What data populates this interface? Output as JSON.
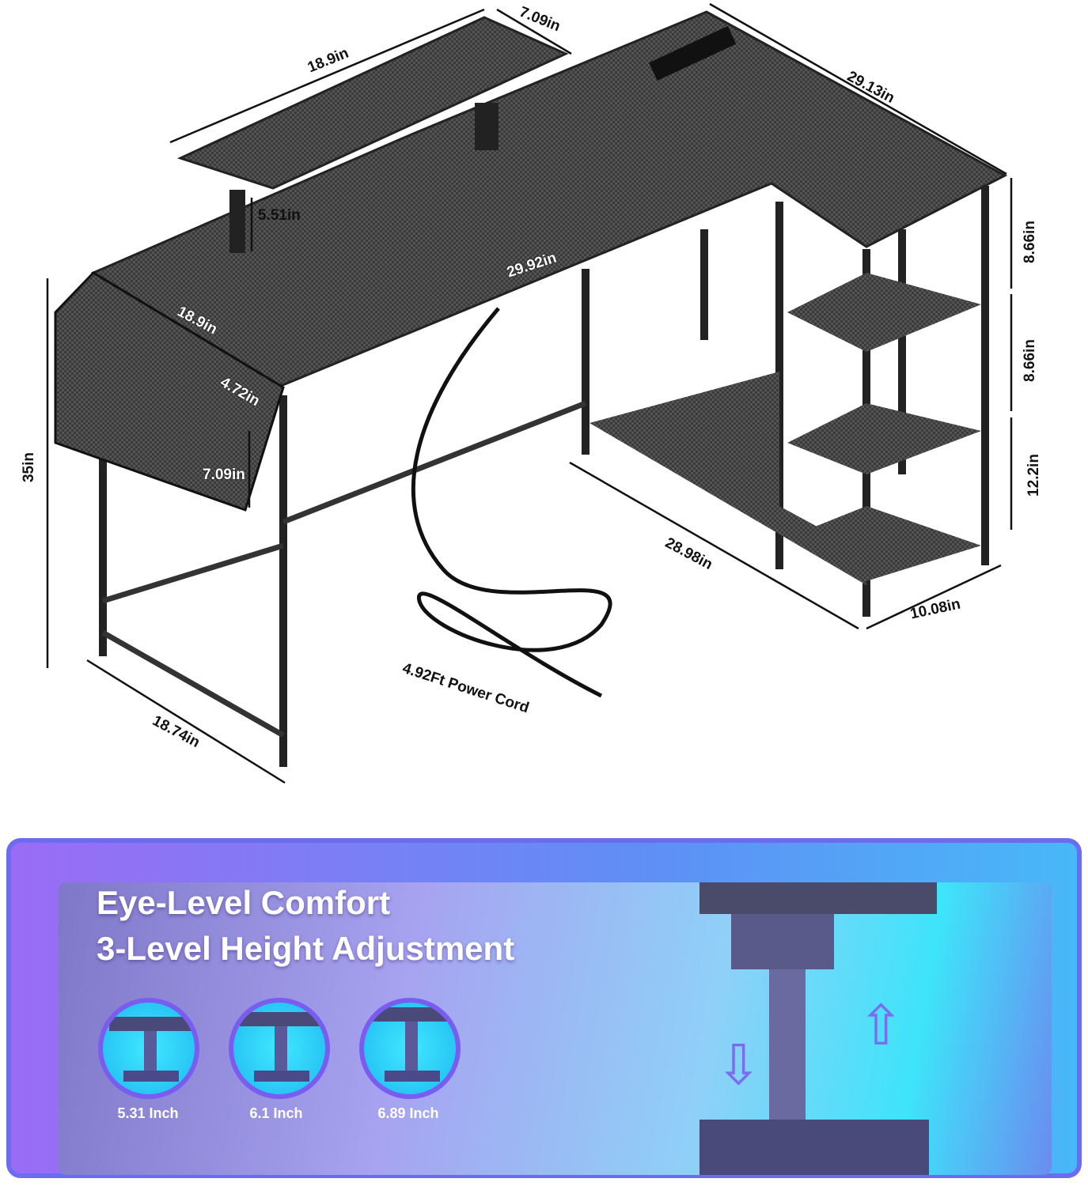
{
  "dimensions": {
    "riser_length": "18.9in",
    "riser_depth": "7.09in",
    "return_length": "29.13in",
    "riser_height": "5.51in",
    "desk_length": "29.92in",
    "bag_length": "18.9in",
    "bag_depth": "4.72in",
    "bag_height": "7.09in",
    "desk_height": "35in",
    "shelf_gap_1": "8.66in",
    "shelf_gap_2": "8.66in",
    "shelf_gap_3": "12.2in",
    "return_bottom_length": "28.98in",
    "shelf_depth": "10.08in",
    "desk_depth": "18.74in",
    "power_cord": "4.92Ft Power Cord"
  },
  "banner": {
    "title": "Eye-Level Comfort",
    "subtitle": "3-Level Height Adjustment",
    "levels": [
      {
        "label": "5.31 Inch"
      },
      {
        "label": "6.1 Inch"
      },
      {
        "label": "6.89 Inch"
      }
    ]
  },
  "colors": {
    "desk": "#3a3a3a",
    "banner_purple": "#9a6cf5",
    "banner_cyan": "#3ee4fa"
  }
}
